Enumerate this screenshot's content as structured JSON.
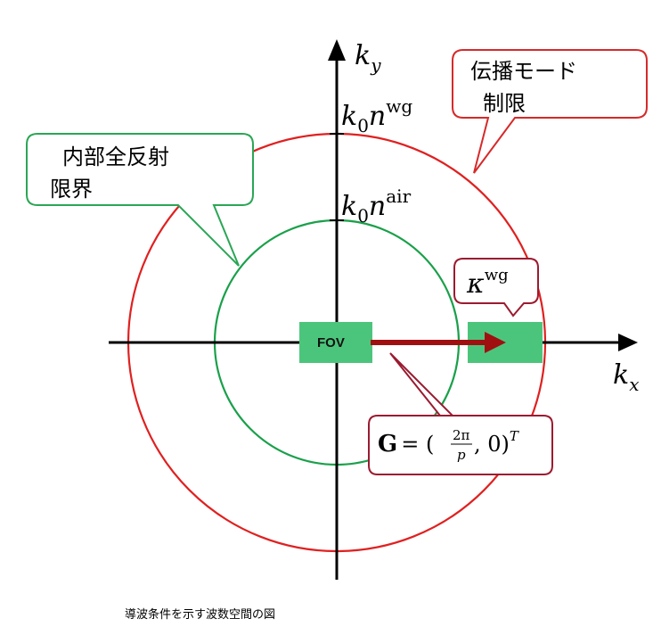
{
  "diagram": {
    "axes": {
      "x_label_base": "k",
      "x_label_sub": "x",
      "y_label_base": "k",
      "y_label_sub": "y"
    },
    "circle_labels": {
      "outer": {
        "base": "k",
        "sub": "0",
        "mid": "n",
        "sup": "wg"
      },
      "inner": {
        "base": "k",
        "sub": "0",
        "mid": "n",
        "sup": "air"
      }
    },
    "callouts": {
      "propagation_mode_limit": {
        "line1": "伝播モード",
        "line2": "制限"
      },
      "total_internal_reflection": {
        "line1": "内部全反射",
        "line2": "限界"
      },
      "kappa": {
        "base": "κ",
        "sup": "wg"
      },
      "grating_vector": {
        "vec": "G",
        "eq": "= (",
        "num": "2π",
        "den": "p",
        "tail": ", 0)",
        "sup": "T"
      }
    },
    "fov_label": "FOV",
    "colors": {
      "outer_circle": "#e02020",
      "inner_circle": "#1aa04a",
      "box_fill": "#4cc57c",
      "arrow": "#a01010",
      "callout_red_border": "#d62a2a",
      "callout_green_border": "#2aa655",
      "callout_darkred_border": "#9b1b30"
    },
    "caption": "導波条件を示す波数空間の図"
  }
}
